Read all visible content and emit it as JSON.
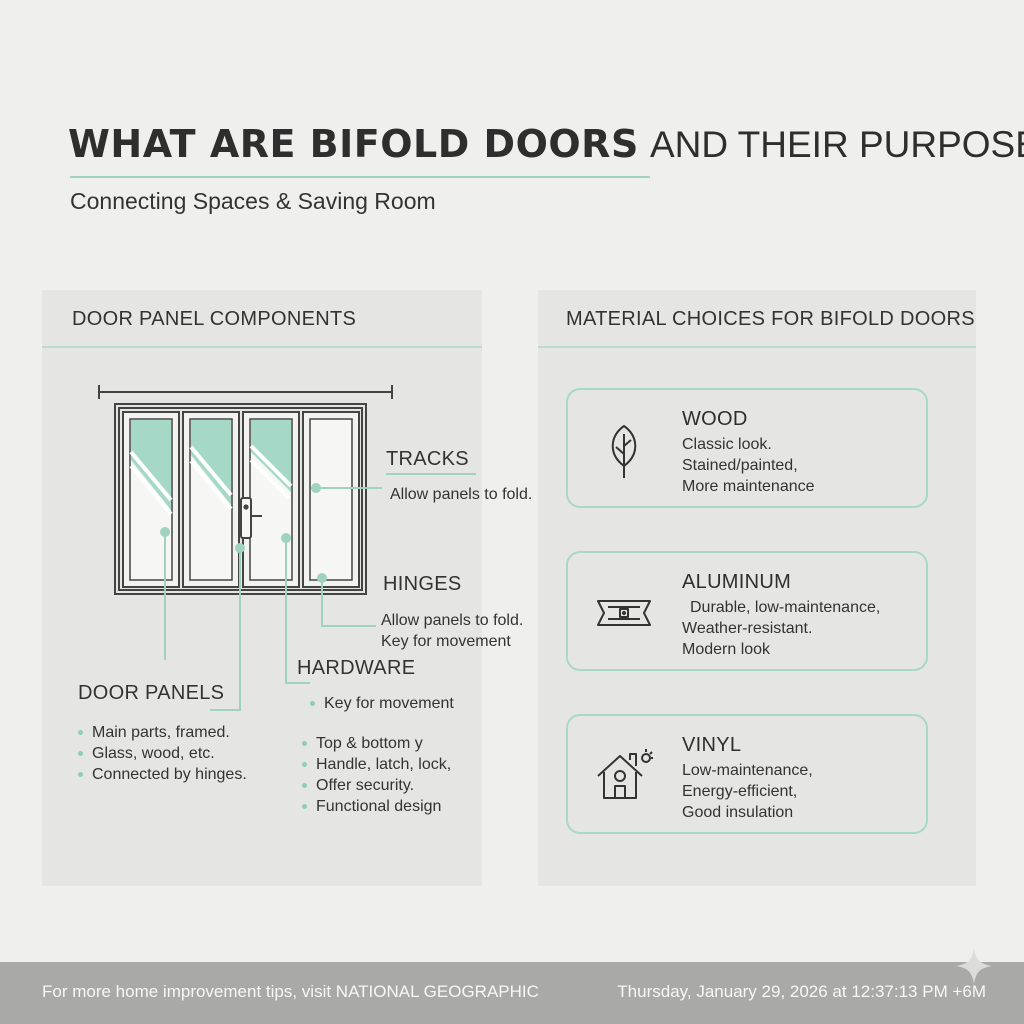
{
  "header": {
    "title_bold": "WHAT ARE BIFOLD DOORS",
    "title_rest": "AND THEIR PURPOSE?",
    "subtitle": "Connecting Spaces & Saving Room"
  },
  "components_panel": {
    "heading": "DOOR PANEL COMPONENTS",
    "tracks": {
      "title": "TRACKS",
      "text": "Allow panels to fold."
    },
    "hinges": {
      "title": "HINGES",
      "lines": [
        "Allow panels to fold.",
        "Key for movement"
      ]
    },
    "hardware": {
      "title": "HARDWARE",
      "bullets": [
        "Key for movement",
        "Top & bottom y",
        "Handle, latch, lock,",
        "Offer security.",
        "Functional design"
      ]
    },
    "door_panels": {
      "title": "DOOR PANELS",
      "bullets": [
        "Main parts, framed.",
        "Glass, wood, etc.",
        "Connected by hinges."
      ]
    }
  },
  "materials_panel": {
    "heading": "MATERIAL CHOICES FOR BIFOLD DOORS",
    "cards": [
      {
        "title": "WOOD",
        "icon": "leaf-icon",
        "lines": [
          "Classic look.",
          "Stained/painted,",
          "More maintenance"
        ]
      },
      {
        "title": "ALUMINUM",
        "icon": "aluminum-profile-icon",
        "lines": [
          "Durable, low-maintenance,",
          "Weather-resistant.",
          "Modern look"
        ]
      },
      {
        "title": "VINYL",
        "icon": "house-icon",
        "lines": [
          "Low-maintenance,",
          "Energy-efficient,",
          "Good insulation"
        ]
      }
    ]
  },
  "footer": {
    "left": "For more home improvement tips, visit NATIONAL GEOGRAPHIC",
    "right": "Thursday, January 29, 2026 at 12:37:13 PM +6M"
  },
  "colors": {
    "accent": "#9fd3c0",
    "glass": "#a6d8c8",
    "background": "#efefee",
    "footer": "#a9a9a8"
  }
}
